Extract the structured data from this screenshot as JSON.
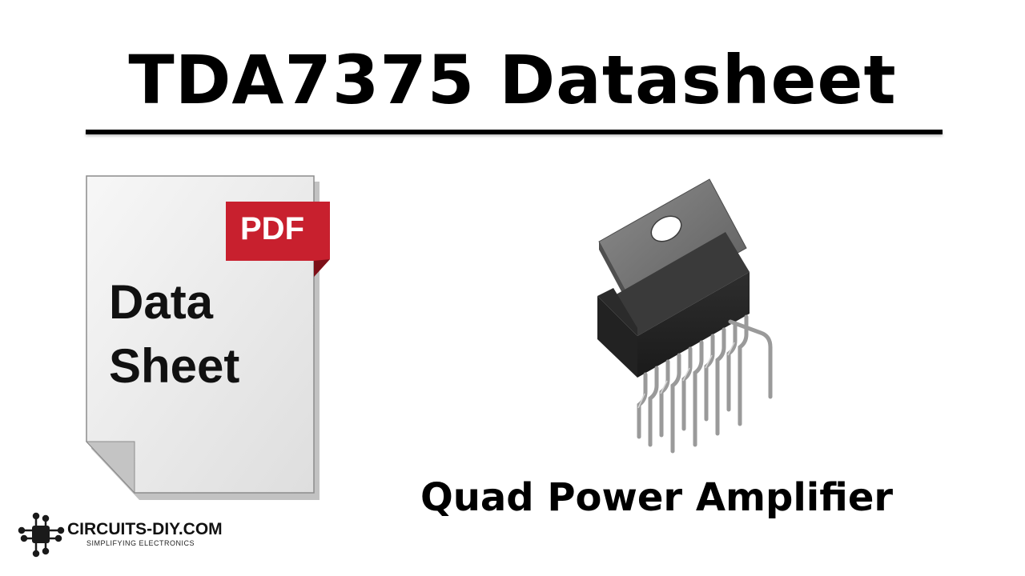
{
  "heading": {
    "title": "TDA7375 Datasheet"
  },
  "document_icon": {
    "badge_label": "PDF",
    "line1": "Data",
    "line2": "Sheet",
    "badge_color": "#c8202e"
  },
  "chip_image": {
    "icon": "ic-chip-icon"
  },
  "subtitle": "Quad Power Amplifier",
  "brand": {
    "name": "CIRCUITS-DIY.COM",
    "tagline": "SIMPLIFYING ELECTRONICS"
  }
}
